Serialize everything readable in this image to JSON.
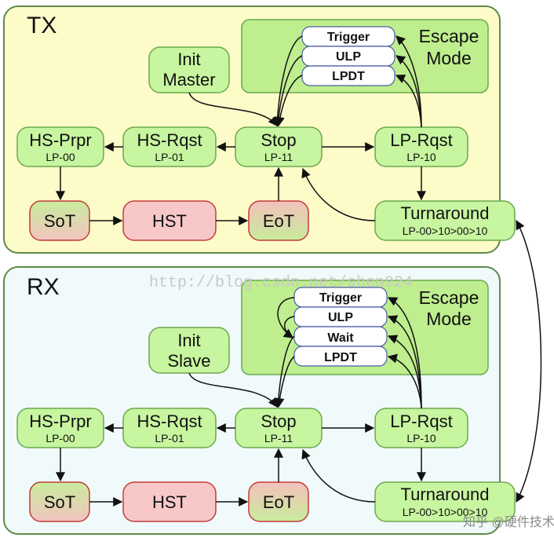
{
  "panels": {
    "tx": {
      "label": "TX",
      "init_node": [
        "Init",
        "Master"
      ],
      "escape": {
        "title": [
          "Escape",
          "Mode"
        ],
        "items": [
          "Trigger",
          "ULP",
          "LPDT"
        ]
      }
    },
    "rx": {
      "label": "RX",
      "init_node": [
        "Init",
        "Slave"
      ],
      "escape": {
        "title": [
          "Escape",
          "Mode"
        ],
        "items": [
          "Trigger",
          "ULP",
          "Wait",
          "LPDT"
        ]
      }
    }
  },
  "states": {
    "hs_prpr": {
      "name": "HS-Prpr",
      "code": "LP-00"
    },
    "hs_rqst": {
      "name": "HS-Rqst",
      "code": "LP-01"
    },
    "stop": {
      "name": "Stop",
      "code": "LP-11"
    },
    "lp_rqst": {
      "name": "LP-Rqst",
      "code": "LP-10"
    },
    "turnaround": {
      "name": "Turnaround",
      "code": "LP-00>10>00>10"
    },
    "sot": {
      "name": "SoT"
    },
    "hst": {
      "name": "HST"
    },
    "eot": {
      "name": "EoT"
    }
  },
  "edges": [
    [
      "init",
      "stop"
    ],
    [
      "stop",
      "hs_rqst"
    ],
    [
      "hs_rqst",
      "hs_prpr"
    ],
    [
      "hs_prpr",
      "sot"
    ],
    [
      "sot",
      "hst"
    ],
    [
      "hst",
      "eot"
    ],
    [
      "eot",
      "stop"
    ],
    [
      "stop",
      "lp_rqst"
    ],
    [
      "lp_rqst",
      "turnaround"
    ],
    [
      "turnaround",
      "stop"
    ],
    [
      "lp_rqst",
      "escape"
    ],
    [
      "escape",
      "stop"
    ],
    [
      "tx.turnaround",
      "rx.turnaround"
    ]
  ],
  "colors": {
    "tx_panel": "#fdfcc8",
    "rx_panel": "#f0fafa",
    "green_node": "#c8f5a0",
    "hs_node": "#f8c8c8",
    "border_green": "#6aa84f",
    "border_red": "#c43a3a"
  },
  "watermarks": {
    "url": "http://blog.csdn.net/shen924",
    "zhihu": "知乎 @硬件技术社区"
  }
}
